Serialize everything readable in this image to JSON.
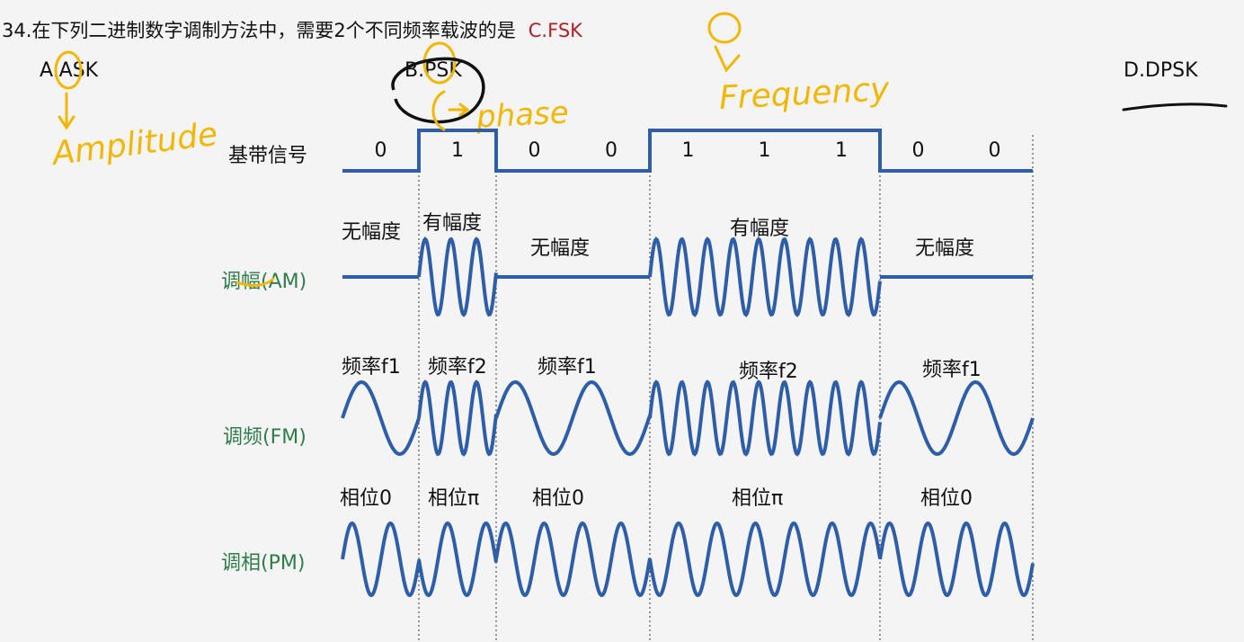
{
  "question": {
    "text": "34.在下列二进制数字调制方法中，需要2个不同频率载波的是",
    "answer": "C.FSK"
  },
  "options": {
    "a": "A.ASK",
    "b": "B.PSK",
    "d": "D.DPSK"
  },
  "annotations": {
    "amplitude": "Amplitude",
    "phase": "phase",
    "frequency": "Frequency"
  },
  "baseband": {
    "label": "基带信号",
    "bits": [
      "0",
      "1",
      "0",
      "0",
      "1",
      "1",
      "1",
      "0",
      "0"
    ]
  },
  "am": {
    "label": "调幅(AM)",
    "seg_labels": [
      "无幅度",
      "有幅度",
      "无幅度",
      "有幅度",
      "无幅度"
    ]
  },
  "fm": {
    "label": "调频(FM)",
    "seg_labels": [
      "频率f1",
      "频率f2",
      "频率f1",
      "频率f2",
      "频率f1"
    ]
  },
  "pm": {
    "label": "调相(PM)",
    "seg_labels": [
      "相位0",
      "相位π",
      "相位0",
      "相位π",
      "相位0"
    ]
  },
  "colors": {
    "wave": "#2e5ea8",
    "label_green": "#2e7d4a",
    "answer_red": "#b0202a",
    "annotation": "#f2b705"
  }
}
